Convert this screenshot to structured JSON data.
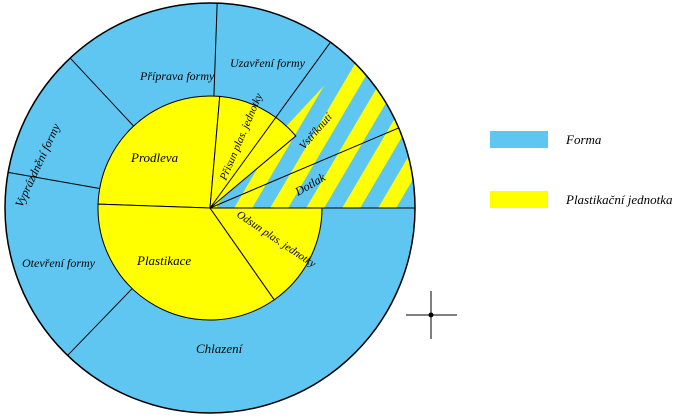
{
  "colors": {
    "forma": "#5ec6f1",
    "plastikacni": "#ffff00",
    "outline": "#000000"
  },
  "outer_ring": {
    "sectors": [
      {
        "label": "Příprava formy"
      },
      {
        "label": "Uzavření formy"
      },
      {
        "label": "Vyprázdnění formy"
      },
      {
        "label": "Otevření formy"
      },
      {
        "label": "Chlazení"
      }
    ]
  },
  "inner_ring": {
    "sectors": [
      {
        "label": "Prodleva"
      },
      {
        "label": "Přisun plas. jednotky"
      },
      {
        "label": "Plastikace"
      },
      {
        "label": "Odsun plas. jednotky"
      }
    ]
  },
  "striped_sectors": [
    {
      "label": "Vstříknutí"
    },
    {
      "label": "Dotlak"
    }
  ],
  "legend": [
    {
      "label": "Forma",
      "color": "#5ec6f1"
    },
    {
      "label": "Plastikační jednotka",
      "color": "#ffff00"
    }
  ]
}
